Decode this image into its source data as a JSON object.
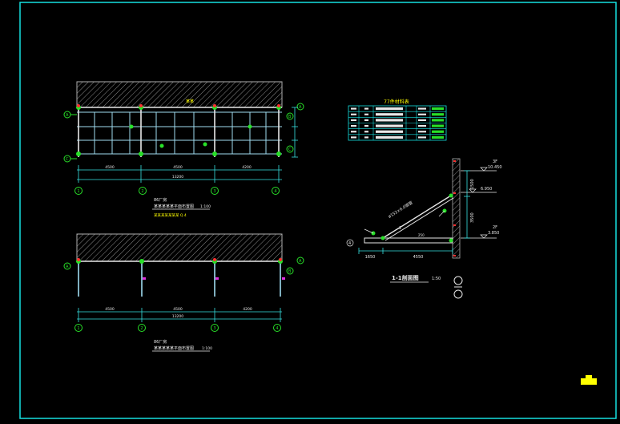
{
  "drawing": {
    "colors": {
      "frame": "#16e0e0",
      "line_white": "#e8e8e8",
      "line_cyan": "#9fdcf0",
      "hatch": "#b0b0b0",
      "green": "#28e028",
      "yellow": "#ffff00",
      "red": "#ff3030",
      "magenta": "#e030e0",
      "dim": "#36e0e0"
    },
    "plan_upper": {
      "title": "86厂房",
      "subtitle": "某某某某某平面布置图",
      "scale": "1:100",
      "note": "某某某某某某某 Q.4",
      "total_dim": "13200",
      "span_dims": [
        "4500",
        "4500",
        "4200"
      ],
      "axes_bottom": [
        "1",
        "2",
        "3",
        "4"
      ],
      "axes_side": [
        "A",
        "B",
        "C"
      ],
      "tag": "某某"
    },
    "plan_lower": {
      "title": "86厂房",
      "subtitle": "某某某某某平面布置图",
      "scale": "1:100",
      "total_dim": "13200",
      "span_dims": [
        "4500",
        "4500",
        "4200"
      ],
      "axes_bottom": [
        "1",
        "2",
        "3",
        "4"
      ],
      "axes_side": [
        "A",
        "B"
      ]
    },
    "schedule": {
      "title": "77件材料表",
      "rows": 6
    },
    "section": {
      "title": "1-1剖面图",
      "scale": "1:50",
      "levels": [
        {
          "tag": "3F",
          "value": "10.450"
        },
        {
          "tag": "",
          "value": "6.950"
        },
        {
          "tag": "2F",
          "value": "3.850"
        }
      ],
      "vertical_dims": [
        "1500",
        "3500"
      ],
      "bottom_dims": [
        "1650",
        "4550"
      ],
      "diagonal_label": "ø152×6.0钢管",
      "mark_1": "1",
      "axis_tag": "4",
      "base_label": "250"
    }
  }
}
